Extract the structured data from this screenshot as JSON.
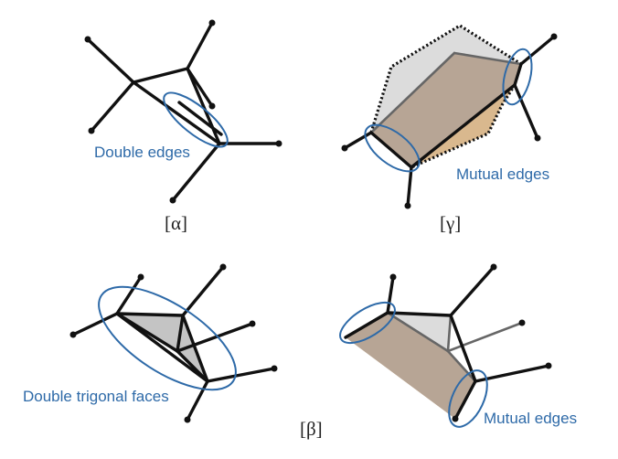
{
  "labels": {
    "alpha": "[α]",
    "gamma": "[γ]",
    "beta": "[β]",
    "double_edges": "Double edges",
    "mutual_edges_gamma": "Mutual edges",
    "double_trigonal_faces": "Double trigonal faces",
    "mutual_edges_beta": "Mutual edges"
  },
  "colors": {
    "highlight": "#2e6aa8",
    "edge": "#111111",
    "face_gray": "#c4c4c4",
    "face_light": "#dcdcdc",
    "face_brown": "#b7a595",
    "face_tan": "#d9b88e"
  }
}
